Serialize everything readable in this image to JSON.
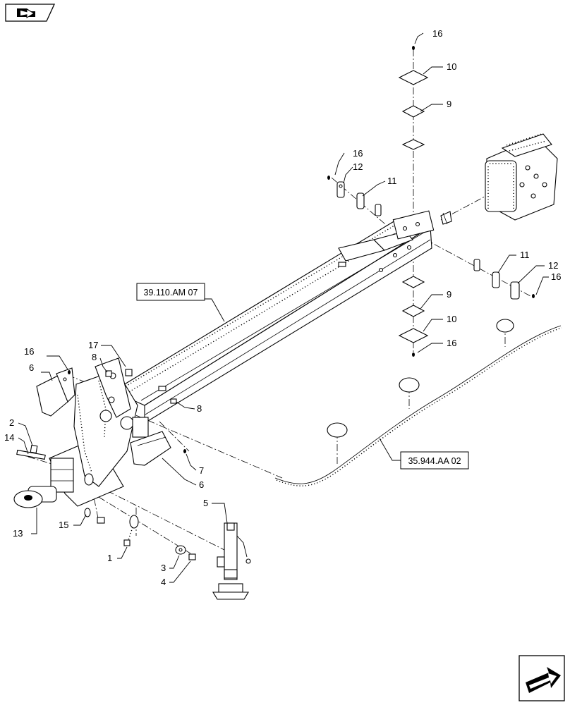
{
  "nav": {
    "prev_icon": "arrow-back-icon",
    "next_icon": "arrow-forward-icon"
  },
  "callouts": {
    "c1": "1",
    "c2": "2",
    "c3": "3",
    "c4": "4",
    "c5": "5",
    "c6a": "6",
    "c6b": "6",
    "c7": "7",
    "c8a": "8",
    "c8b": "8",
    "c9a": "9",
    "c9b": "9",
    "c10a": "10",
    "c10b": "10",
    "c11a": "11",
    "c11b": "11",
    "c12a": "12",
    "c12b": "12",
    "c13": "13",
    "c14": "14",
    "c15": "15",
    "c16a": "16",
    "c16b": "16",
    "c16c": "16",
    "c16d": "16",
    "c16e": "16",
    "c17": "17"
  },
  "references": {
    "frame": "39.110.AM 07",
    "harness": "35.944.AA 02"
  }
}
